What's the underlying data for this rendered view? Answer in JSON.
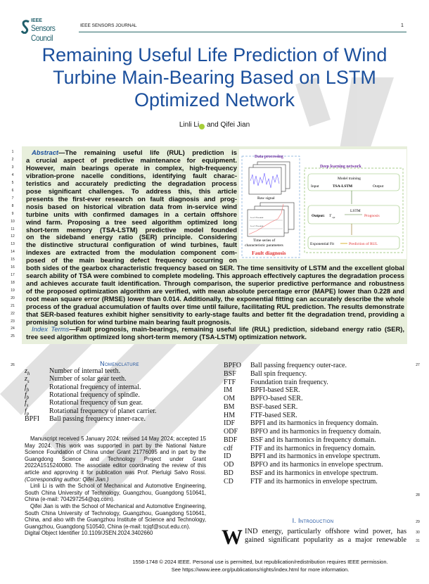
{
  "header": {
    "logo_top": "IEEE",
    "logo_bottom": "Sensors Council",
    "journal": "IEEE SENSORS JOURNAL",
    "page_number": "1"
  },
  "watermark": "IEEE Proof",
  "title": "Remaining Useful Life Prediction of Wind Turbine Main-Bearing Based on LSTM Optimized Network",
  "authors": {
    "first": "Linli Li",
    "joiner": "and",
    "second": "Qifei Jian"
  },
  "abstract": {
    "label": "Abstract",
    "lines": [
      "—The remaining useful life (RUL) prediction is",
      "a crucial aspect of predictive maintenance for equipment.",
      "However, main bearings operate in complex, high-frequency",
      "vibration-prone nacelle conditions, identifying fault charac-",
      "teristics and accurately predicting the degradation process",
      "pose significant challenges. To address this, this article",
      "presents the first-ever research on fault diagnosis and prog-",
      "nosis based on historical vibration data from in-service wind",
      "turbine units with confirmed damages in a certain offshore",
      "wind farm. Proposing a tree seed algorithm optimized long",
      "short-term memory (TSA-LSTM) predictive model founded",
      "on the sideband energy ratio (SER) principle. Considering",
      "the distinctive structural configuration of wind turbines, fault",
      "indexes are extracted from the modulation component com-",
      "posed of the main bearing defect frequency occurring on",
      "both sides of the gearbox characteristic frequency based on SER. The time sensitivity of LSTM and the excellent global",
      "search ability of TSA were combined to complete modeling. This approach effectively captures the degradation process",
      "and achieves accurate fault identification. Through comparison, the superior predictive performance and robustness",
      "of the proposed optimization algorithm are verified, with mean absolute percentage error (MAPE) lower than 0.228 and",
      "root mean square error (RMSE) lower than 0.014. Additionally, the exponential fitting can accurately describe the whole",
      "process of the gradual accumulation of faults over time until failure, facilitating RUL prediction. The results demonstrate",
      "that SER-based features exhibit higher sensitivity to early-stage faults and better fit the degradation trend, providing a",
      "promising solution for wind turbine main bearing fault prognosis."
    ]
  },
  "index_terms": {
    "label": "Index Terms",
    "lines": [
      "—Fault prognosis, main-bearings, remaining useful life (RUL) prediction, sideband energy ratio (SER),",
      "tree seed algorithm optimized long short-term memory (TSA-LSTM) optimization network."
    ]
  },
  "figure": {
    "data_processing": "Data processing",
    "raw_signal": "Raw signal",
    "level2": "Level 2 Threshold",
    "level1": "Level 1 Threshold",
    "time_series": "Time series of",
    "char_params": "characteristic parameters",
    "fault_diagnosis": "Fault diagnosis",
    "dl_network": "Deep learning network",
    "model_training": "Model training",
    "input": "Input",
    "tsa_lstm": "TSA-LSTM",
    "output": "Output",
    "lstm": "LSTM",
    "output_label": "Output:",
    "t_opt": "T",
    "t_opt_sub": "opt",
    "prognosis": "Prognosis",
    "exp_fit": "Exponential Fit",
    "prediction_rul": "Prediction of RUL"
  },
  "line_numbers": [
    "1",
    "2",
    "3",
    "4",
    "5",
    "6",
    "7",
    "8",
    "9",
    "10",
    "11",
    "12",
    "13",
    "14",
    "15",
    "16",
    "17",
    "18",
    "19",
    "20",
    "21",
    "22",
    "23",
    "24",
    "25",
    "26",
    "27",
    "28",
    "29",
    "30",
    "31"
  ],
  "nomenclature": {
    "heading": "Nomenclature",
    "left": [
      {
        "sym": "z",
        "sub": "h",
        "desc": "Number of internal teeth."
      },
      {
        "sym": "z",
        "sub": "s",
        "desc": "Number of solar gear teeth."
      },
      {
        "sym": "f",
        "sub": "h",
        "desc": "Rotational frequency of internal."
      },
      {
        "sym": "f",
        "sub": "b",
        "desc": "Rotational frequency of spindle."
      },
      {
        "sym": "f",
        "sub": "s",
        "desc": "Rotational frequency of sun gear."
      },
      {
        "sym": "f",
        "sub": "p",
        "desc": "Rotational frequency of planet carrier."
      },
      {
        "sym": "BPFI",
        "sub": "",
        "desc": "Ball passing frequency inner-race."
      }
    ],
    "right": [
      {
        "sym": "BPFO",
        "desc": "Ball passing frequency outer-race."
      },
      {
        "sym": "BSF",
        "desc": "Ball spin frequency."
      },
      {
        "sym": "FTF",
        "desc": "Foundation train frequency."
      },
      {
        "sym": "IM",
        "desc": "BPFI-based SER."
      },
      {
        "sym": "OM",
        "desc": "BPFO-based SER."
      },
      {
        "sym": "BM",
        "desc": "BSF-based SER."
      },
      {
        "sym": "HM",
        "desc": "FTF-based SER."
      },
      {
        "sym": "IDF",
        "desc": "BPFI and its harmonics in frequency domain."
      },
      {
        "sym": "ODF",
        "desc": "BPFO and its harmonics in frequency domain."
      },
      {
        "sym": "BDF",
        "desc": "BSF and its harmonics in frequency domain."
      },
      {
        "sym": "cdf",
        "desc": "FTF and its harmonics in frequency domain."
      },
      {
        "sym": "ID",
        "desc": "BPFI and its harmonics in envelope spectrum."
      },
      {
        "sym": "OD",
        "desc": "BPFO and its harmonics in envelope spectrum."
      },
      {
        "sym": "BD",
        "desc": "BSF and its harmonics in envelope spectrum."
      },
      {
        "sym": "CD",
        "desc": "FTF and its harmonics in envelope spectrum."
      }
    ]
  },
  "notes": {
    "manuscript": "Manuscript received 5 January 2024; revised 14 May 2024; accepted 15 May 2024. This work was supported in part by the National Nature Science Foundation of China under Grant 21776095 and in part by the Guangdong Science and Technology Project under Grant 2022A1515240080. The associate editor coordinating the review of this article and approving it for publication was Prof. Pierluigi Salvo Rossi.",
    "corresponding": "(Corresponding author: Qifei Jian.)",
    "author1": "Linli Li is with the School of Mechanical and Automotive Engineering, South China University of Technology, Guangzhou, Guangdong 510641, China (e-mail: 704297254@qq.com).",
    "author2": "Qifei Jian is with the School of Mechanical and Automotive Engineering, South China University of Technology, Guangzhou, Guangdong 510641, China, and also with the Guangzhou Institute of Science and Technology, Guangzhou, Guangdong 510540, China (e-mail: tcjqf@scut.edu.cn).",
    "doi": "Digital Object Identifier 10.1109/JSEN.2024.3402660"
  },
  "introduction": {
    "heading": "I. Introduction",
    "dropcap": "W",
    "line1": "IND energy, particularly offshore wind power, has",
    "line2": "gained significant popularity as a major renewable"
  },
  "footer": {
    "line1": "1558-1748 © 2024 IEEE. Personal use is permitted, but republication/redistribution requires IEEE permission.",
    "line2": "See https://www.ieee.org/publications/rights/index.html for more information."
  }
}
